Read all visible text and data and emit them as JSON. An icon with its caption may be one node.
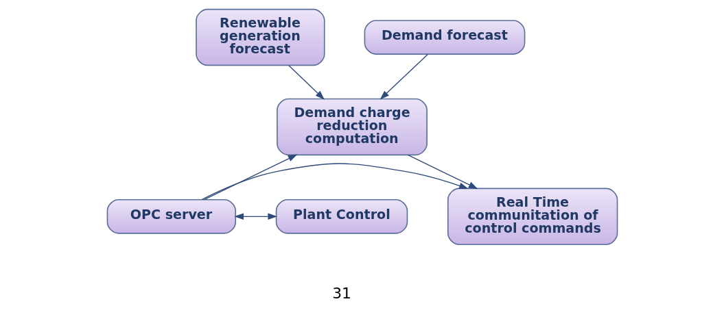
{
  "diagram": {
    "nodes": [
      {
        "text": [
          "Renewable generation forecast"
        ]
      },
      {
        "text": [
          "Demand forecast"
        ]
      },
      {
        "text": [
          "Demand charge reduction computation"
        ]
      },
      {
        "text": [
          "Real Time communitation of control commands"
        ]
      },
      {
        "text": [
          "OPC server"
        ]
      },
      {
        "text": [
          "Plant Control"
        ]
      }
    ],
    "edges": [
      {
        "from": 0,
        "to": 2,
        "arrow": "to"
      },
      {
        "from": 1,
        "to": 2,
        "arrow": "to"
      },
      {
        "from": 2,
        "to": 3,
        "arrow": "to"
      },
      {
        "from": 4,
        "to": 2,
        "arrow": "to"
      },
      {
        "from": 4,
        "to": 3,
        "arrow": "to"
      },
      {
        "from": 4,
        "to": 5,
        "arrow": "both"
      }
    ],
    "labels": [
      "31"
    ]
  }
}
